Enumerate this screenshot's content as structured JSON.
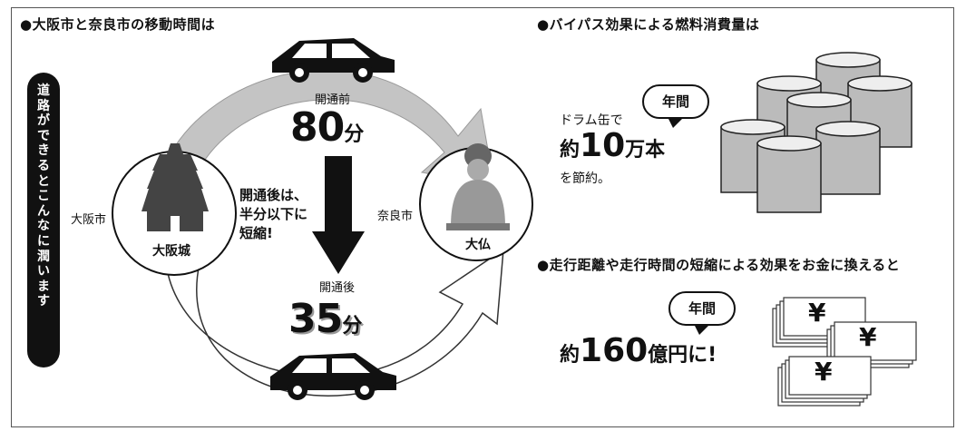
{
  "left_section": {
    "title": "●大阪市と奈良市の移動時間は",
    "banner": "道路ができるとこんなに潤います",
    "osaka_city_label": "大阪市",
    "nara_city_label": "奈良市",
    "osaka_castle_label": "大阪城",
    "daibutsu_label": "大仏",
    "before": {
      "label": "開通前",
      "value": "80",
      "unit": "分"
    },
    "after": {
      "label": "開通後",
      "value": "35",
      "unit": "分"
    },
    "reduction_note": [
      "開通後は、",
      "半分以下に",
      "短縮!"
    ]
  },
  "fuel_section": {
    "title": "●バイパス効果による燃料消費量は",
    "badge": "年間",
    "line1": "ドラム缶で",
    "prefix": "約",
    "value": "10",
    "unit": "万本",
    "line3": "を節約。"
  },
  "money_section": {
    "title": "●走行距離や走行時間の短縮による効果をお金に換えると",
    "badge": "年間",
    "prefix": "約",
    "value": "160",
    "unit": "億円に!",
    "currency_symbol": "¥"
  }
}
